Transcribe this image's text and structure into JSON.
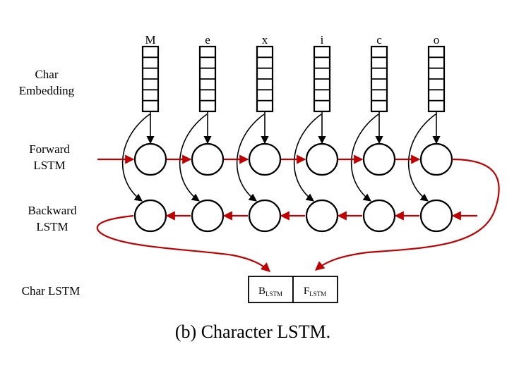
{
  "characters": [
    "M",
    "e",
    "x",
    "i",
    "c",
    "o"
  ],
  "row_labels": {
    "embedding": [
      "Char",
      "Embedding"
    ],
    "forward": [
      "Forward",
      "LSTM"
    ],
    "backward": [
      "Backward",
      "LSTM"
    ],
    "char_lstm": "Char LSTM"
  },
  "output_boxes": {
    "backward": {
      "main": "B",
      "sub": "LSTM"
    },
    "forward": {
      "main": "F",
      "sub": "LSTM"
    }
  },
  "caption": "(b)  Character LSTM.",
  "colors": {
    "arrow_red": "#c00000",
    "ink": "#000000",
    "background": "#ffffff"
  }
}
